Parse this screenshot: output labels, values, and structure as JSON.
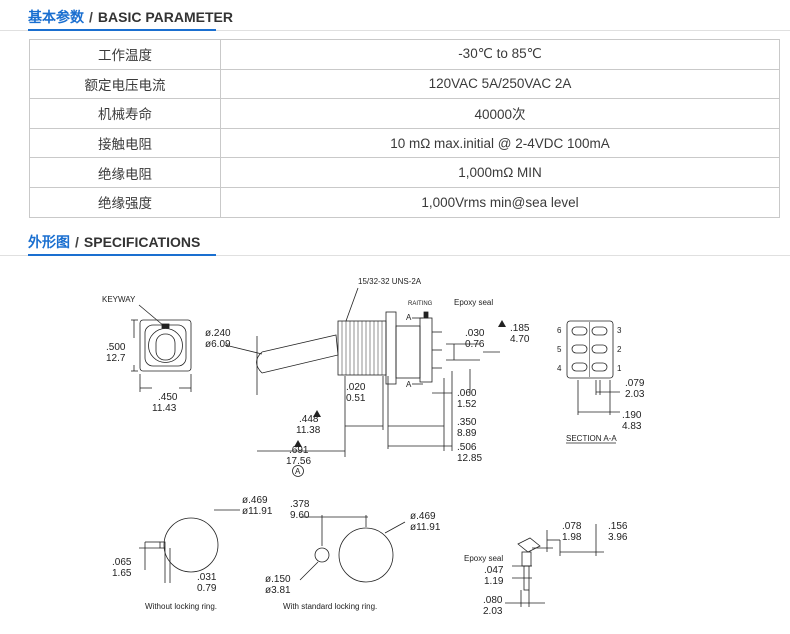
{
  "basic": {
    "title_cn": "基本参数",
    "title_en": "BASIC PARAMETER",
    "rows": [
      {
        "key": "工作温度",
        "value": "-30℃ to 85℃"
      },
      {
        "key": "额定电压电流",
        "value": "120VAC 5A/250VAC 2A"
      },
      {
        "key": "机械寿命",
        "value": "40000次"
      },
      {
        "key": "接触电阻",
        "value": "10 mΩ max.initial @ 2-4VDC 100mA"
      },
      {
        "key": "绝缘电阻",
        "value": "1,000mΩ MIN"
      },
      {
        "key": "绝缘强度",
        "value": "1,000Vrms min@sea level"
      }
    ]
  },
  "specs": {
    "title_cn": "外形图",
    "title_en": "SPECIFICATIONS"
  },
  "drawing": {
    "keyway": "KEYWAY",
    "thread": "15/32-32 UNS-2A",
    "rating": "RAITING",
    "epoxy": "Epoxy seal",
    "section_letter": "A",
    "section_label": "SECTION A-A",
    "circle_a": "A",
    "caption_left": "Without locking ring.",
    "caption_mid": "With standard locking ring.",
    "terminals": [
      "6",
      "5",
      "4",
      "3",
      "2",
      "1"
    ],
    "dims": {
      "d500": ".500",
      "d127": "12.7",
      "d450": ".450",
      "d1143": "11.43",
      "d240": "ø.240",
      "d609": "ø6.09",
      "d448": ".448",
      "d1138": "11.38",
      "d691": ".691",
      "d1756": "17.56",
      "d020": ".020",
      "d051": "0.51",
      "d030": ".030",
      "d076": "0.76",
      "d185": ".185",
      "d470": "4.70",
      "d060": ".060",
      "d152": "1.52",
      "d350": ".350",
      "d889": "8.89",
      "d506": ".506",
      "d1285": "12.85",
      "d079": ".079",
      "d203": "2.03",
      "d190": ".190",
      "d483": "4.83",
      "d469a": "ø.469",
      "d1191a": "ø11.91",
      "d065": ".065",
      "d165": "1.65",
      "d031": ".031",
      "d079b": "0.79",
      "d378": ".378",
      "d960": "9.60",
      "d469b": "ø.469",
      "d1191b": "ø11.91",
      "d150": "ø.150",
      "d381": "ø3.81",
      "d078": ".078",
      "d198": "1.98",
      "d156": ".156",
      "d396": "3.96",
      "d047": ".047",
      "d119": "1.19",
      "d080": ".080",
      "d203b": "2.03"
    }
  }
}
